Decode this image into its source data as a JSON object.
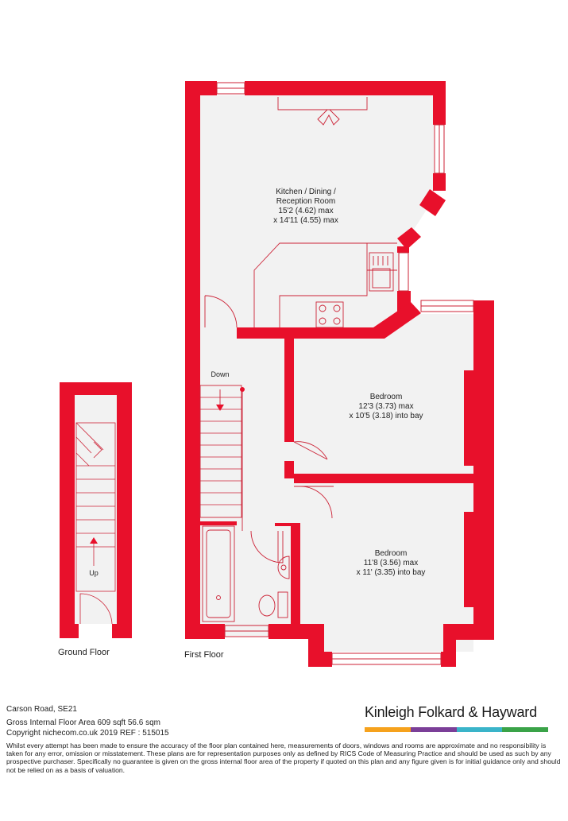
{
  "rooms": {
    "kitchen": {
      "name_line1": "Kitchen / Dining /",
      "name_line2": "Reception Room",
      "dim1": "15'2 (4.62) max",
      "dim2": "x 14'11 (4.55) max"
    },
    "bedroom1": {
      "name": "Bedroom",
      "dim1": "12'3 (3.73) max",
      "dim2": "x 10'5 (3.18) into bay"
    },
    "bedroom2": {
      "name": "Bedroom",
      "dim1": "11'8 (3.56) max",
      "dim2": "x 11' (3.35) into bay"
    }
  },
  "stairs": {
    "down_label": "Down",
    "up_label": "Up"
  },
  "floors": {
    "ground": "Ground Floor",
    "first": "First Floor"
  },
  "footer": {
    "address": "Carson Road, SE21",
    "area": "Gross Internal Floor Area 609 sqft 56.6 sqm",
    "copyright": "Copyright nichecom.co.uk 2019 REF : 515015",
    "disclaimer": "Whilst every attempt has been made to ensure the accuracy of the floor plan contained here, measurements of doors, windows and rooms are approximate and no responsibility is taken for any error, omission or misstatement. These plans are for representation purposes only as defined by RICS Code of Measuring Practice and should be used as such by any prospective purchaser. Specifically no guarantee is given on the gross internal floor area of the property if quoted on this plan and any figure given is for initial guidance only and should not be relied on as a basis of valuation."
  },
  "brand": {
    "name": "Kinleigh Folkard & Hayward",
    "bar_colors": [
      "#f6a21d",
      "#7b3f98",
      "#3ab4c9",
      "#3aa348"
    ]
  },
  "colors": {
    "wall": "#e8102b",
    "floor": "#f2f2f2",
    "line": "#cc2236"
  }
}
